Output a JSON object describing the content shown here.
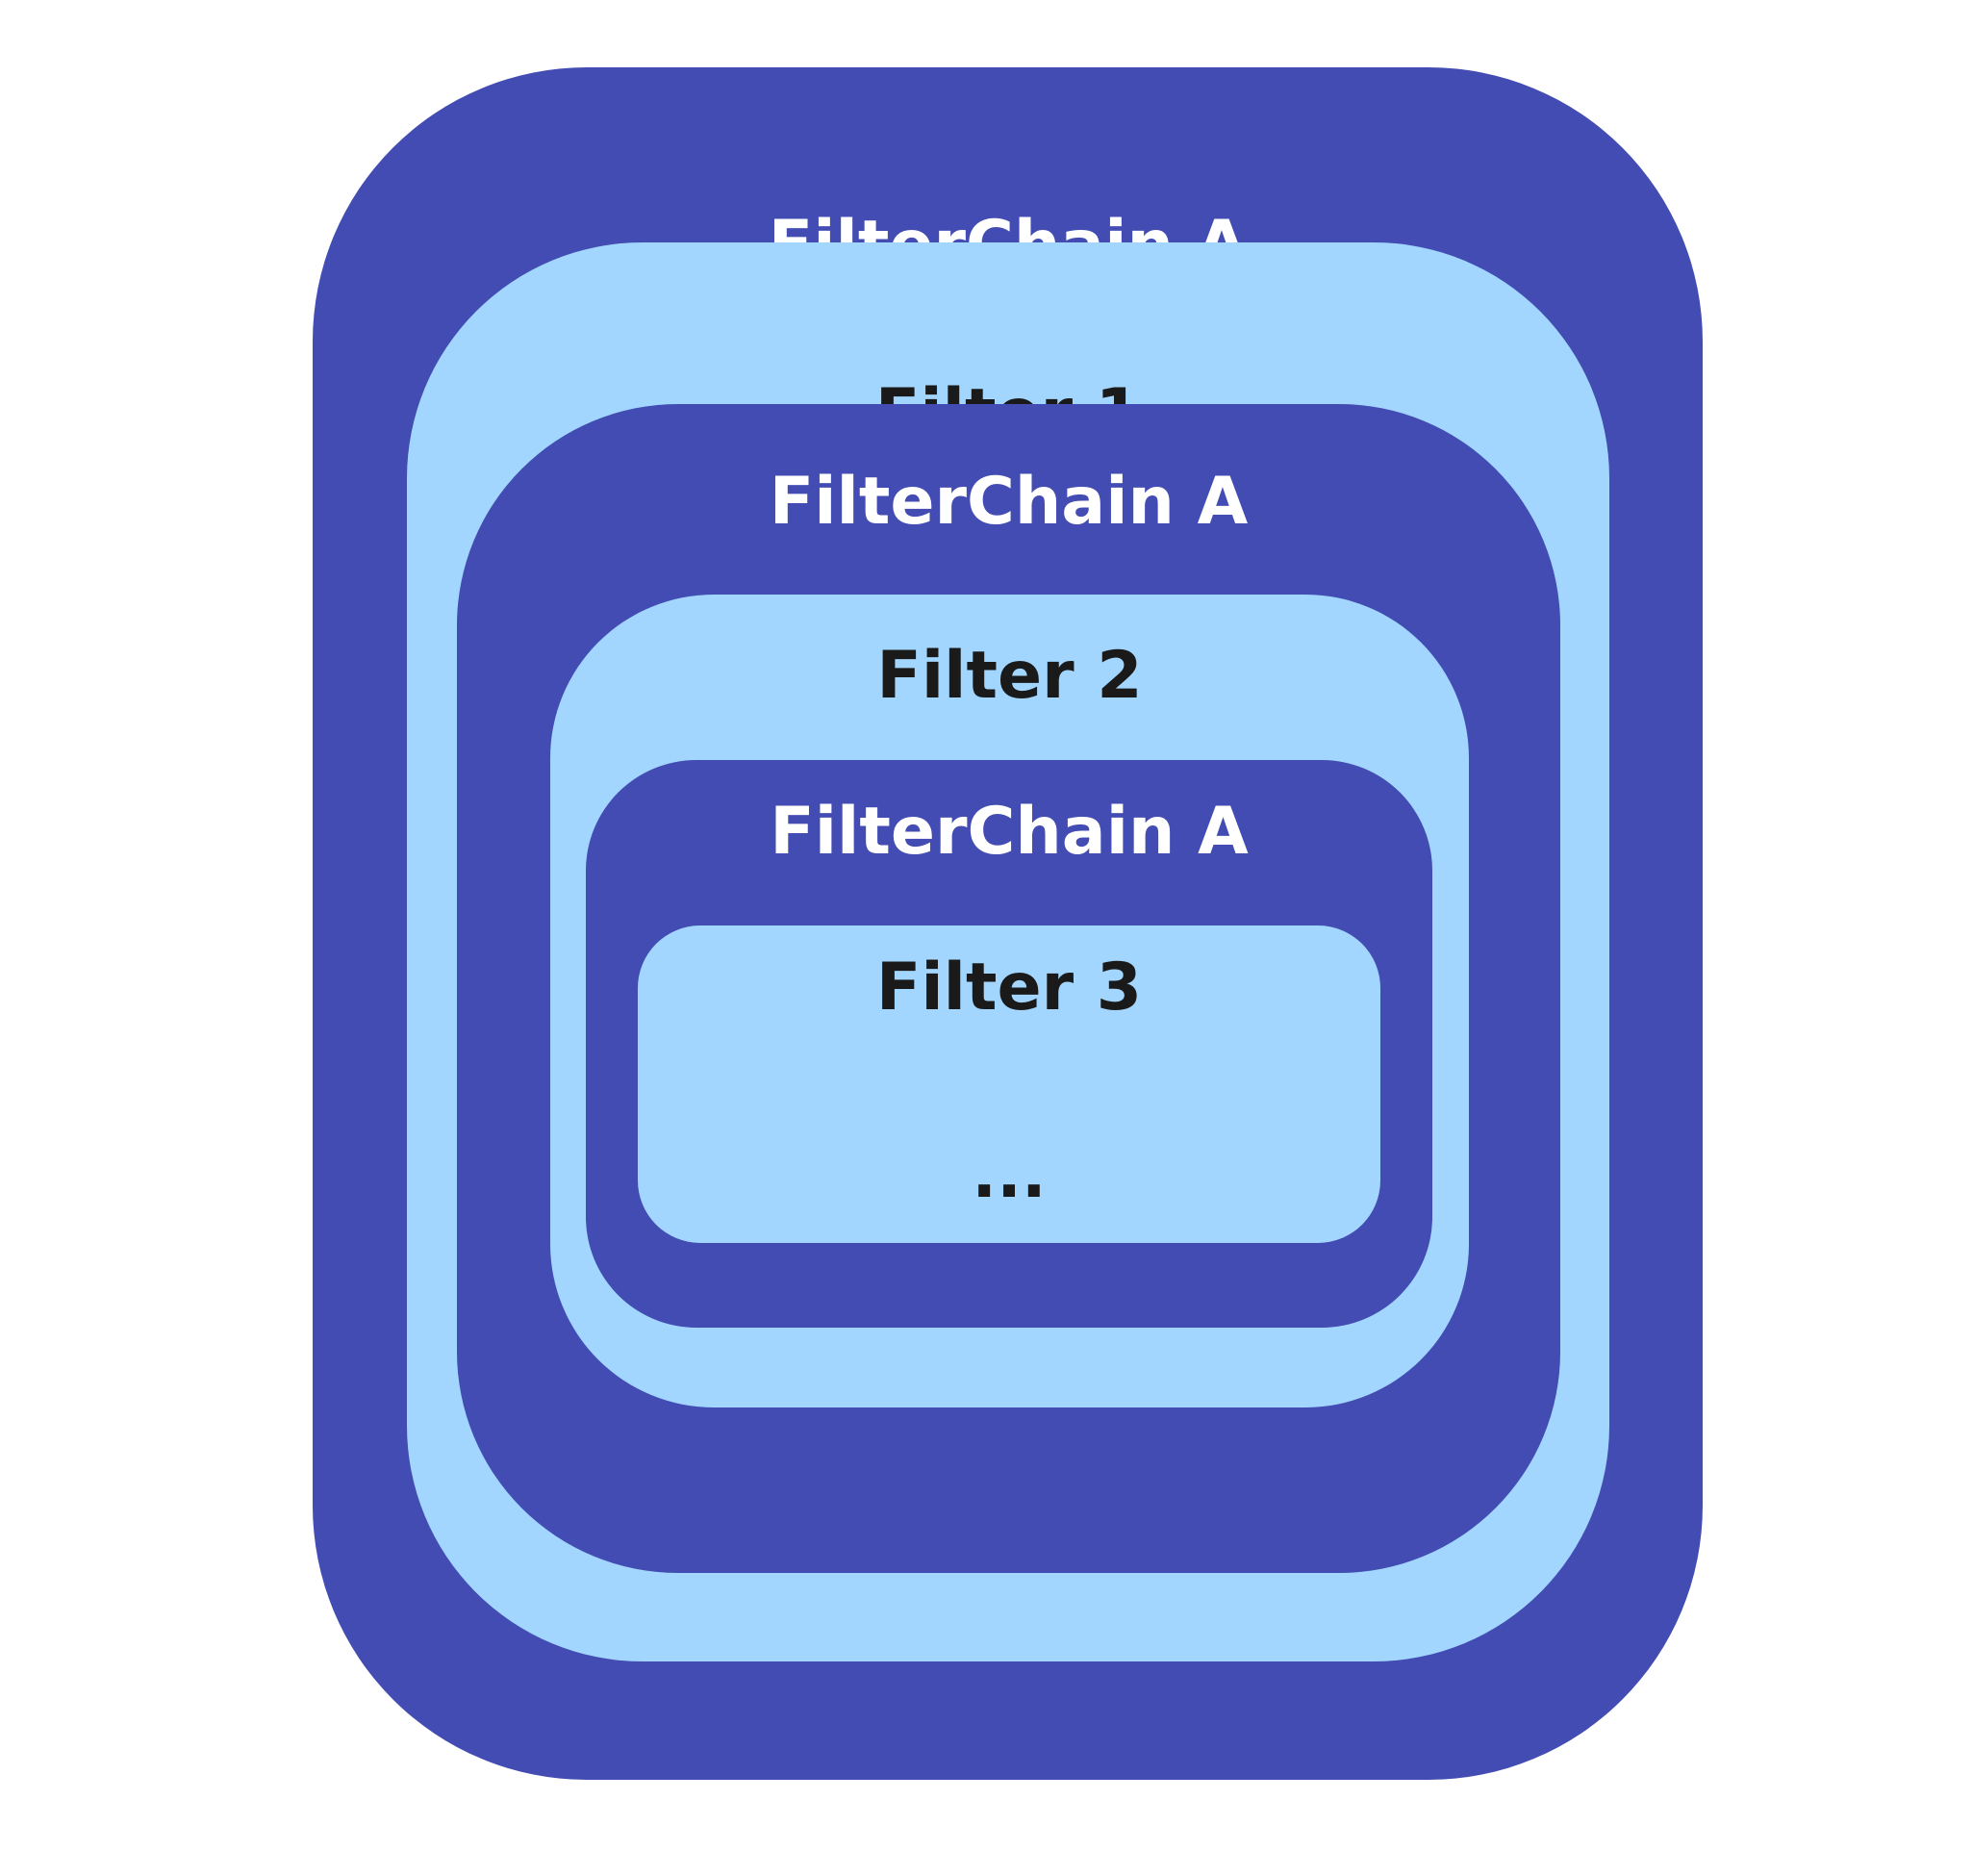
{
  "diagram": {
    "colors": {
      "chain_fill": "#424cb2",
      "filter_fill": "#a2d6fe",
      "chain_text": "#ffffff",
      "filter_text": "#1a1a1a"
    },
    "nodes": [
      {
        "id": "chain1",
        "kind": "filter-chain",
        "label": "FilterChain A"
      },
      {
        "id": "filter1",
        "kind": "filter",
        "label": "Filter 1"
      },
      {
        "id": "chain2",
        "kind": "filter-chain",
        "label": "FilterChain A"
      },
      {
        "id": "filter2",
        "kind": "filter",
        "label": "Filter 2"
      },
      {
        "id": "chain3",
        "kind": "filter-chain",
        "label": "FilterChain A"
      },
      {
        "id": "filter3",
        "kind": "filter",
        "label": "Filter 3",
        "continuation": "..."
      }
    ]
  }
}
